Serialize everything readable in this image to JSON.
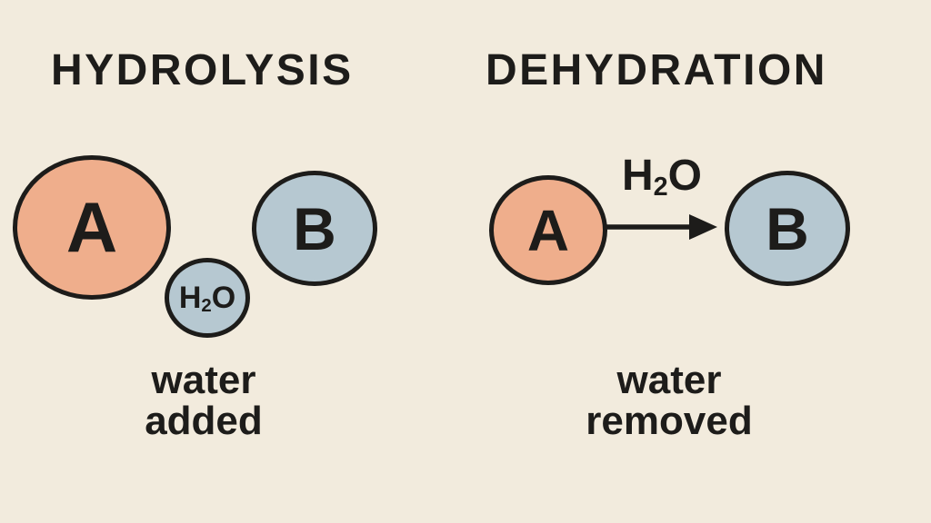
{
  "colors": {
    "background": "#f2ebdd",
    "circle_orange": "#efae8c",
    "circle_blue": "#b6c8d1",
    "ink": "#1d1c1a"
  },
  "left_panel": {
    "title": "HYDROLYSIS",
    "molecule_a": "A",
    "molecule_b": "B",
    "water_formula": {
      "h": "H",
      "subscript": "2",
      "o": "O"
    },
    "caption": {
      "line1": "water",
      "line2": "added"
    }
  },
  "right_panel": {
    "title": "DEHYDRATION",
    "molecule_a": "A",
    "molecule_b": "B",
    "water_formula": {
      "h": "H",
      "subscript": "2",
      "o": "O"
    },
    "caption": {
      "line1": "water",
      "line2": "removed"
    }
  }
}
